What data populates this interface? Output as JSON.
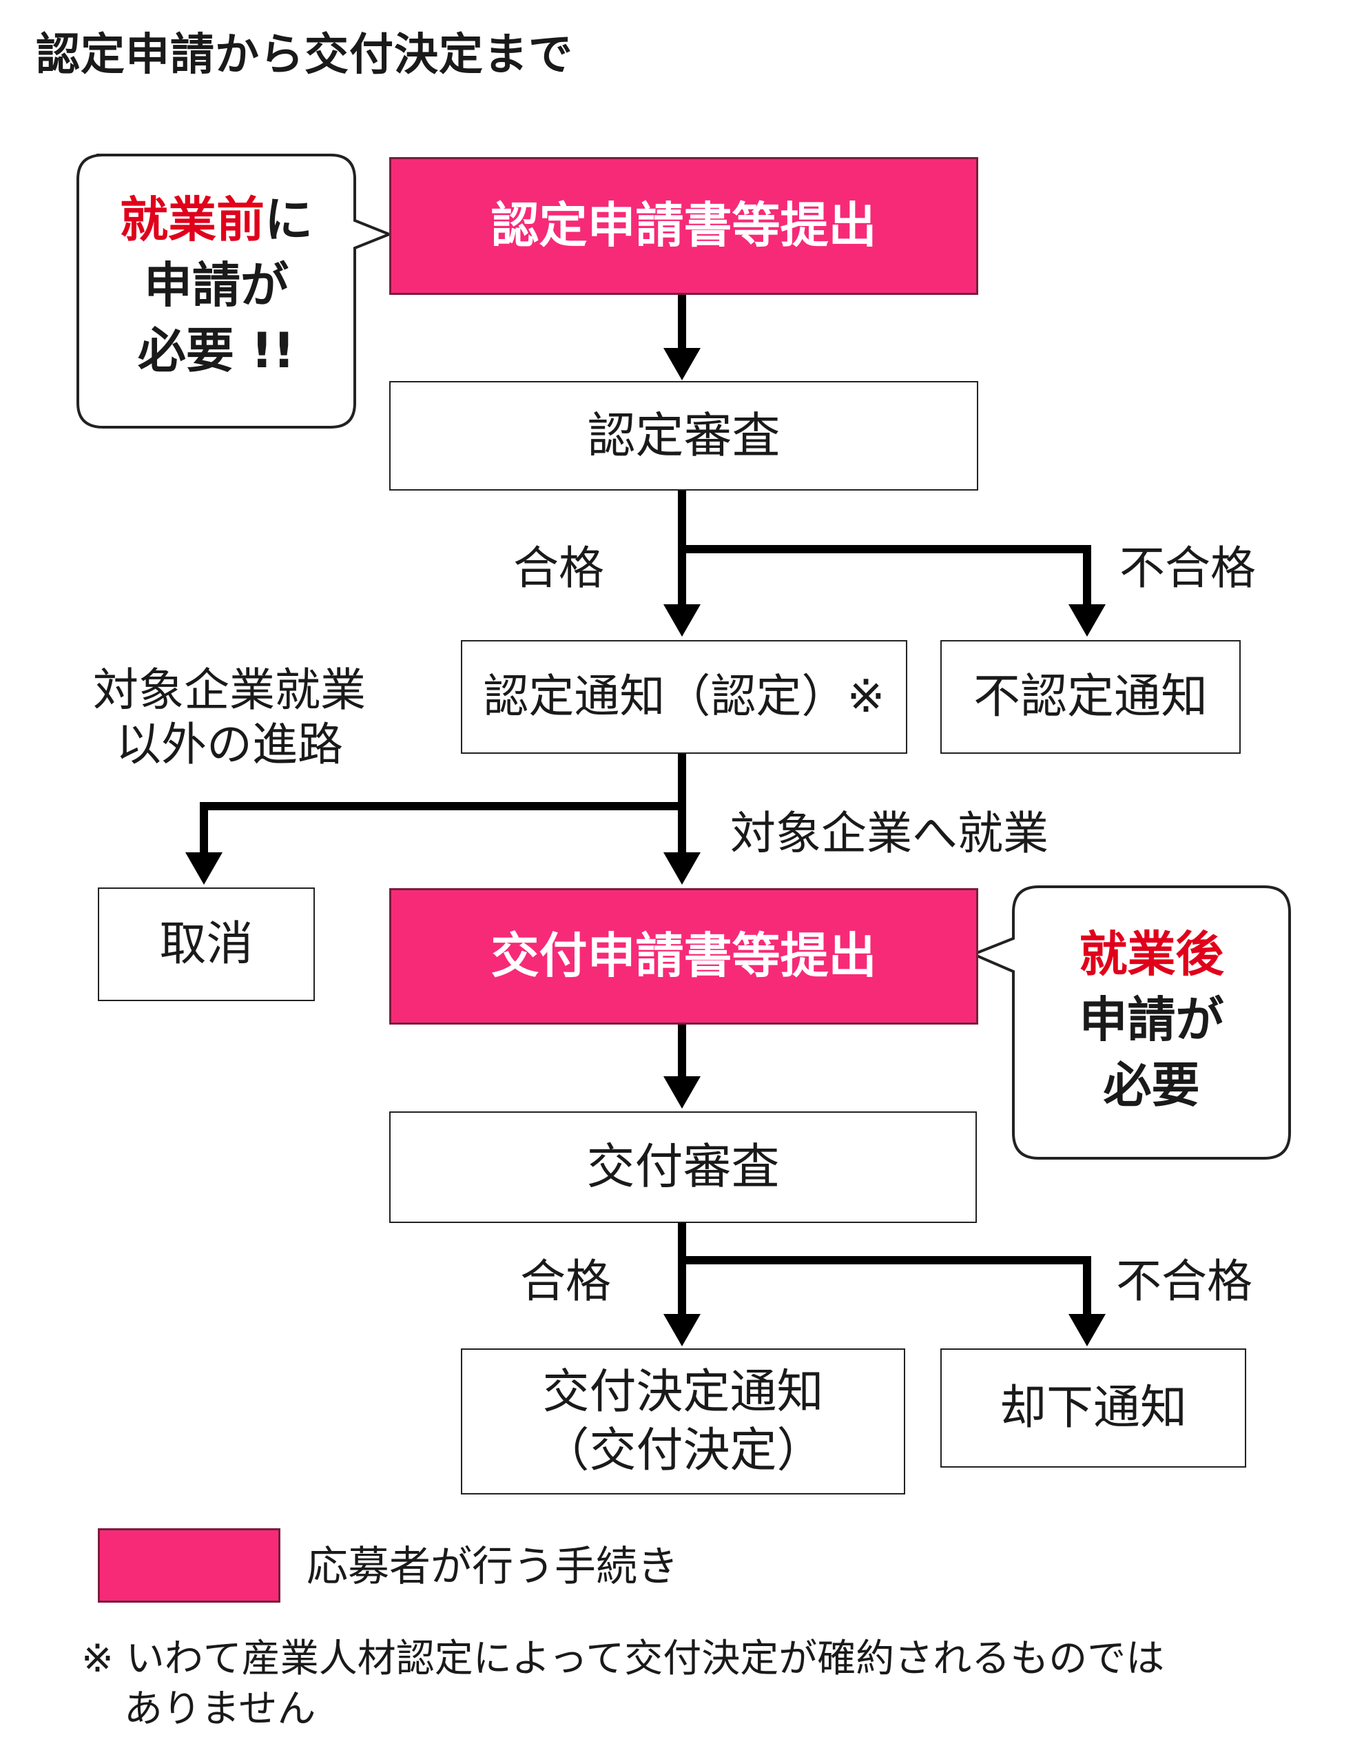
{
  "title": "認定申請から交付決定まで",
  "boxes": {
    "nintei_shinsei": "認定申請書等提出",
    "nintei_shinsa": "認定審査",
    "nintei_tsuchi": "認定通知（認定）※",
    "funintei_tsuchi": "不認定通知",
    "torikeshi": "取消",
    "kofu_shinsei": "交付申請書等提出",
    "kofu_shinsa": "交付審査",
    "kofu_kettei_line1": "交付決定通知",
    "kofu_kettei_line2": "（交付決定）",
    "kyakka_tsuchi": "却下通知"
  },
  "labels": {
    "pass1": "合格",
    "fail1": "不合格",
    "other_path_line1": "対象企業就業",
    "other_path_line2": "以外の進路",
    "employ": "対象企業へ就業",
    "pass2": "合格",
    "fail2": "不合格"
  },
  "callout_before": {
    "red": "就業前",
    "rest1": "に",
    "line2": "申請が",
    "line3": "必要 !!"
  },
  "callout_after": {
    "red": "就業後",
    "line2": "申請が",
    "line3": "必要"
  },
  "legend": {
    "label": "応募者が行う手続き"
  },
  "footnote": {
    "line1": "※ いわて産業人材認定によって交付決定が確約されるものでは",
    "line2": "ありません"
  },
  "colors": {
    "applicant_step": "#f72a78",
    "emphasis": "#e0001b"
  }
}
